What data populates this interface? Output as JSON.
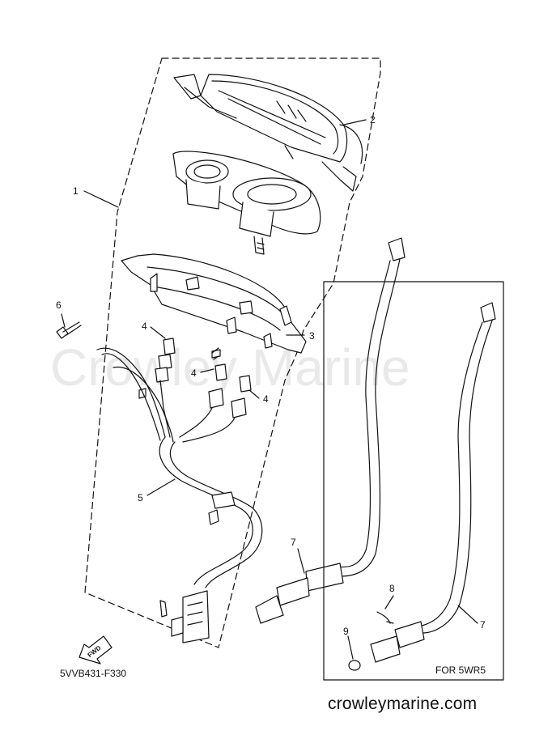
{
  "watermark": "Crowley Marine",
  "callouts": {
    "c1": "1",
    "c2": "2",
    "c3": "3",
    "c4a": "4",
    "c4b": "4",
    "c4c": "4",
    "c5": "5",
    "c6": "6",
    "c7a": "7",
    "c7b": "7",
    "c8": "8",
    "c9": "9"
  },
  "fwd_label": "FWD",
  "diagram_code": "5VVB431-F330",
  "variant_label": "FOR 5WR5",
  "footer_url": "crowleymarine.com",
  "colors": {
    "line": "#111111",
    "watermark": "#e9e9e9",
    "background": "#ffffff"
  }
}
